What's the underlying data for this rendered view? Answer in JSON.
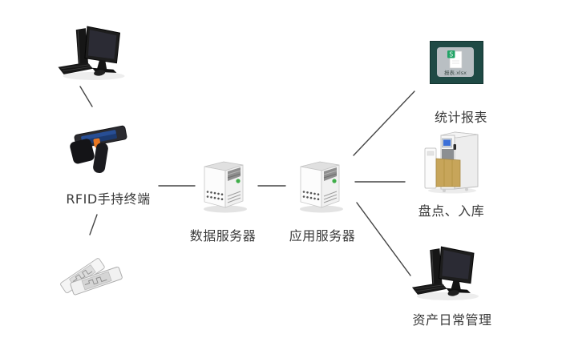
{
  "diagram": {
    "background": "#ffffff",
    "nodes": {
      "workstation": {
        "icon": "desktop-computer"
      },
      "rfid_terminal": {
        "icon": "rfid-handheld-reader",
        "label": "RFID手持终端"
      },
      "rfid_tags": {
        "icon": "rfid-tag-inlays"
      },
      "data_server": {
        "icon": "server-tower",
        "label": "数据服务器"
      },
      "app_server": {
        "icon": "server-tower",
        "label": "应用服务器"
      },
      "report": {
        "icon": "spreadsheet-report",
        "label": "统计报表",
        "caption": "报表.xlsx"
      },
      "inventory": {
        "icon": "rfid-cabinet",
        "label": "盘点、入库"
      },
      "asset_mgmt": {
        "icon": "desktop-computer",
        "label": "资产日常管理"
      }
    },
    "connections": [
      {
        "from": "workstation",
        "to": "rfid_terminal"
      },
      {
        "from": "rfid_terminal",
        "to": "rfid_tags"
      },
      {
        "from": "rfid_terminal",
        "to": "data_server"
      },
      {
        "from": "data_server",
        "to": "app_server"
      },
      {
        "from": "app_server",
        "to": "report"
      },
      {
        "from": "app_server",
        "to": "inventory"
      },
      {
        "from": "app_server",
        "to": "asset_mgmt"
      }
    ],
    "colors": {
      "line": "#454545",
      "label_text": "#3a3a3a",
      "led_green": "#3fae49",
      "excel_green": "#21a366",
      "report_bg": "#1f4a45",
      "screen_blue": "#3a6fd8",
      "box_tan": "#c7a55a",
      "trigger_orange": "#e87722"
    }
  }
}
